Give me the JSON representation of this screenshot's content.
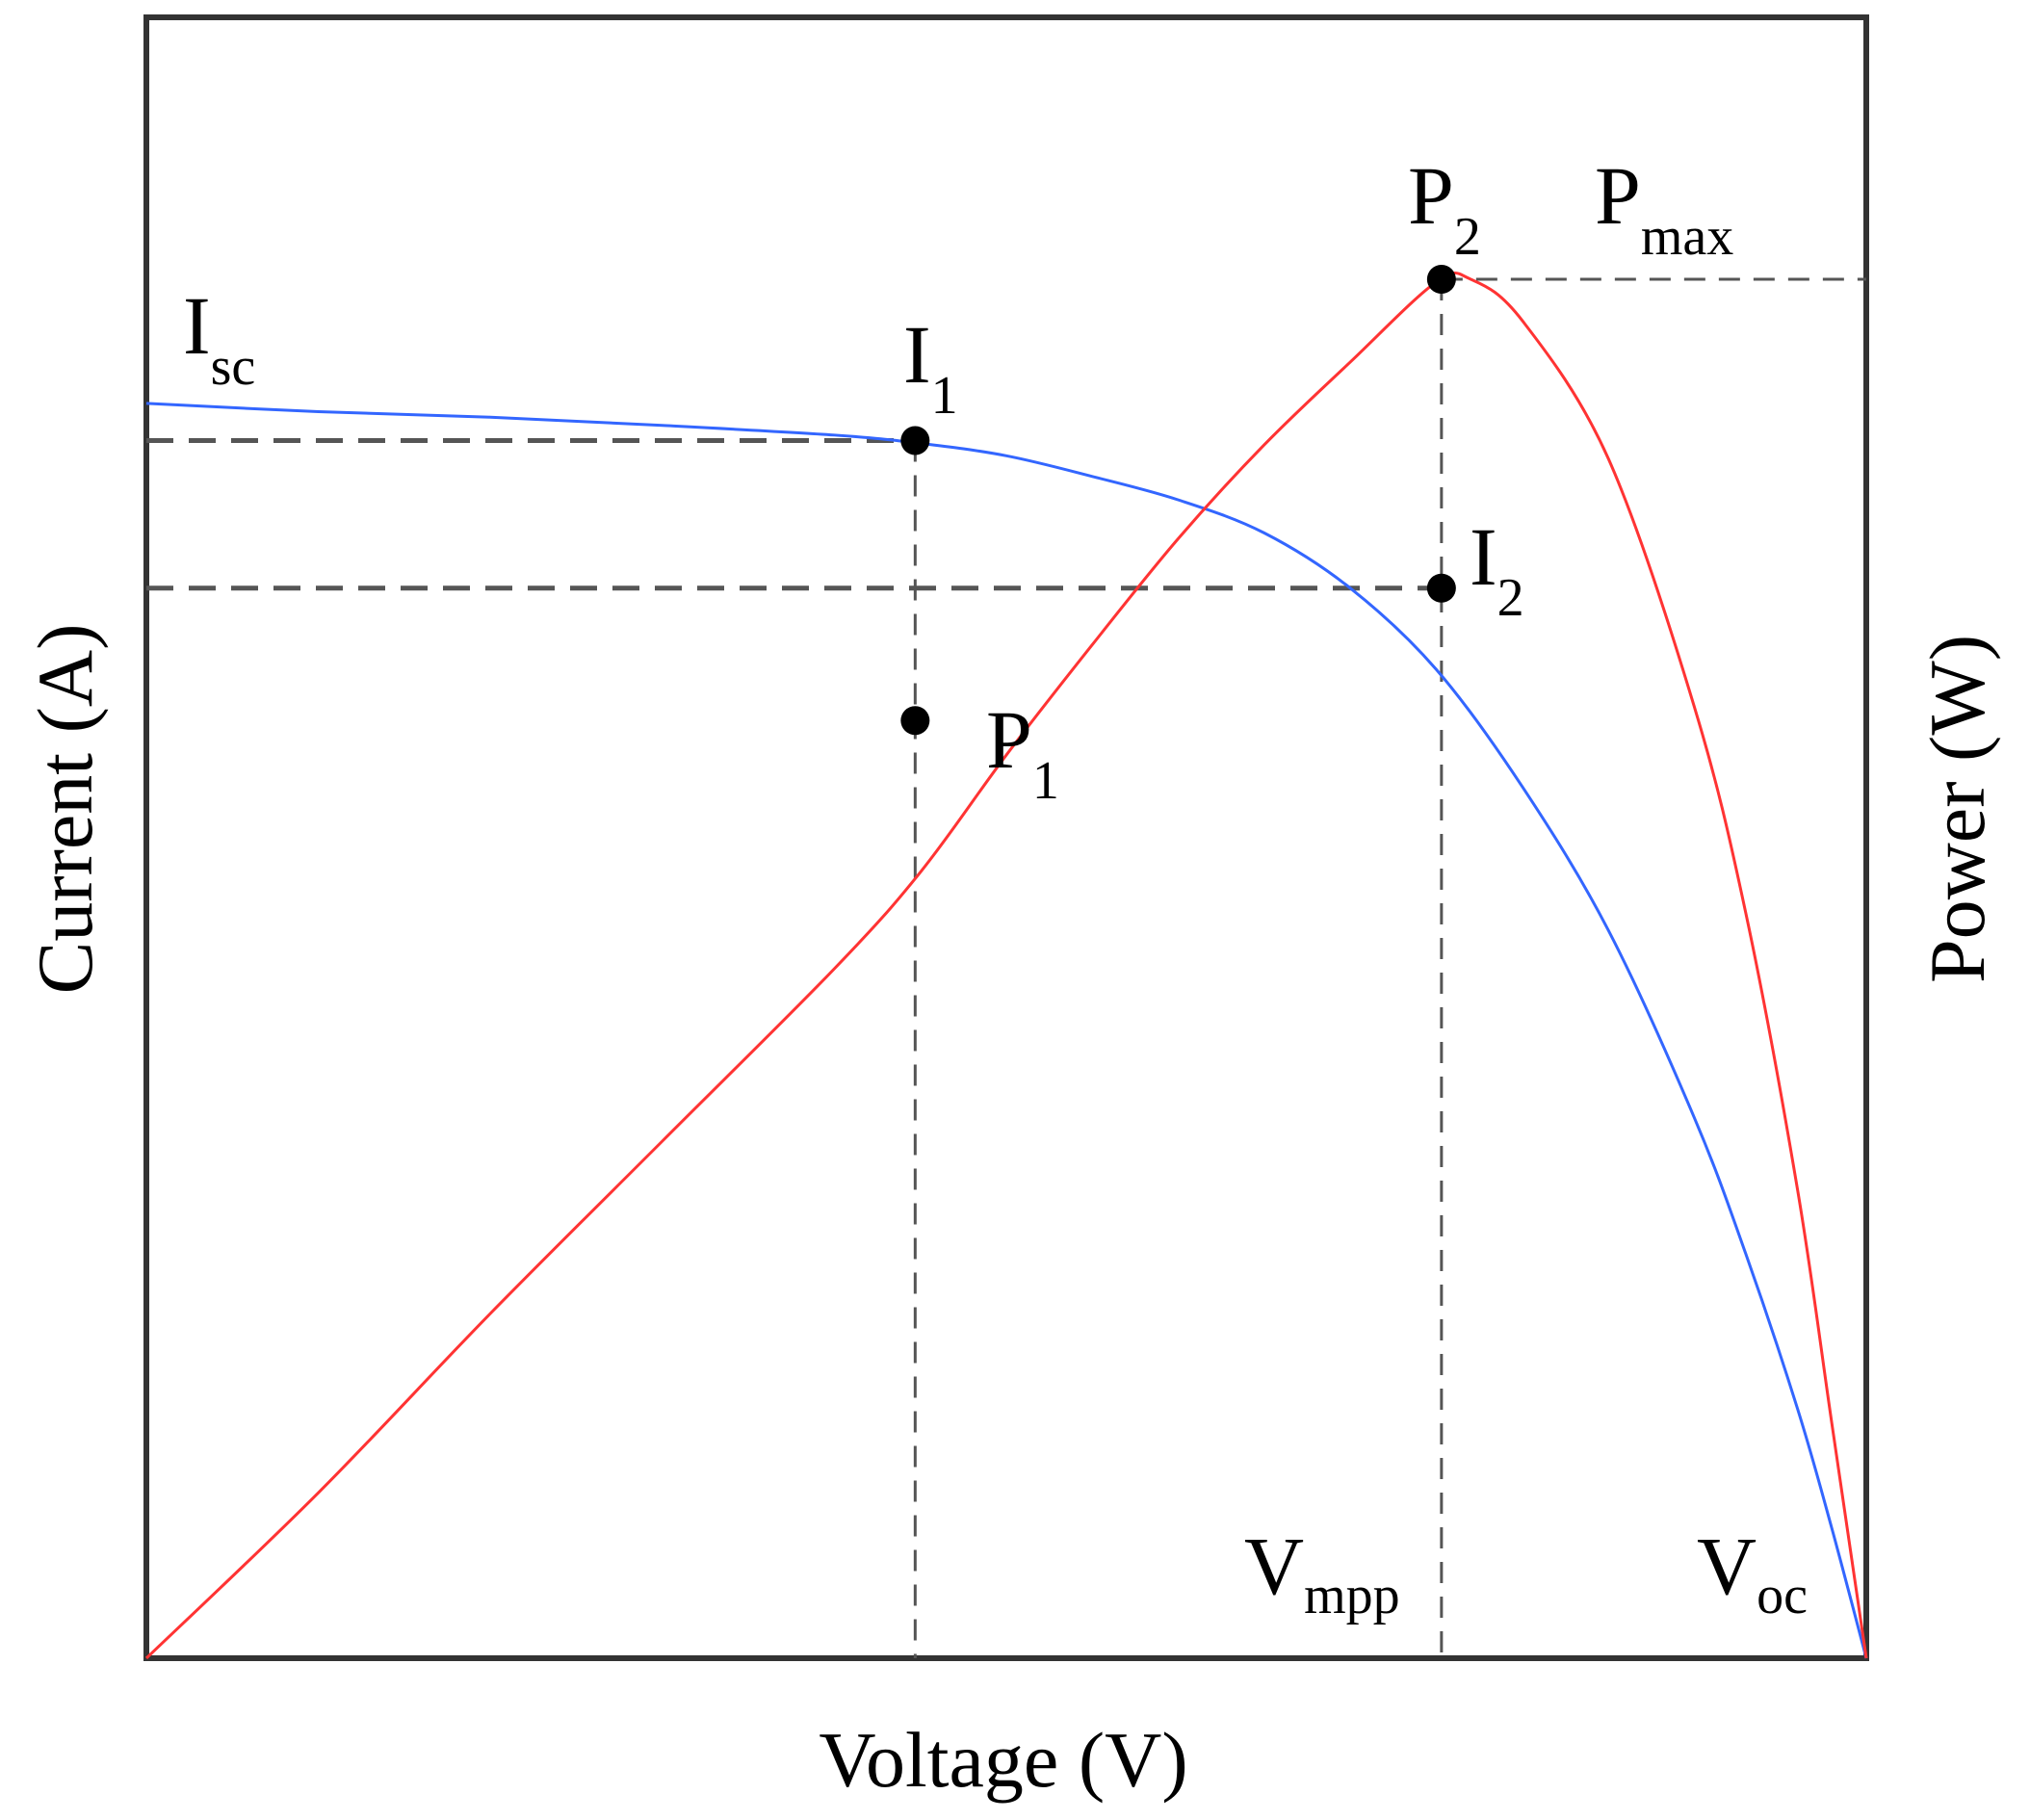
{
  "chart_data": {
    "type": "line",
    "xlabel": "Voltage (V)",
    "ylabel_left": "Current (A)",
    "ylabel_right": "Power (W)",
    "grid": false,
    "xlim": [
      0,
      1
    ],
    "ylim": [
      0,
      1
    ],
    "series": [
      {
        "color": "#3366ff",
        "x": [
          0.0,
          0.1,
          0.2,
          0.3,
          0.4,
          0.45,
          0.5,
          0.55,
          0.6,
          0.65,
          0.7,
          0.75,
          0.8,
          0.85,
          0.9,
          0.93,
          0.96,
          0.98,
          1.0
        ],
        "y": [
          0.91,
          0.904,
          0.9,
          0.894,
          0.887,
          0.881,
          0.872,
          0.857,
          0.84,
          0.816,
          0.776,
          0.717,
          0.632,
          0.528,
          0.392,
          0.293,
          0.181,
          0.094,
          0.0
        ]
      },
      {
        "color": "#ff3333",
        "x": [
          0.0,
          0.1,
          0.2,
          0.3,
          0.4,
          0.45,
          0.5,
          0.55,
          0.6,
          0.65,
          0.7,
          0.75,
          0.77,
          0.8,
          0.85,
          0.9,
          0.93,
          0.96,
          0.98,
          1.0
        ],
        "y": [
          0.0,
          0.12,
          0.25,
          0.375,
          0.5,
          0.57,
          0.655,
          0.735,
          0.812,
          0.88,
          0.94,
          0.998,
          1.0,
          0.97,
          0.87,
          0.69,
          0.54,
          0.34,
          0.17,
          0.0
        ]
      }
    ],
    "points": [
      {
        "label": "I",
        "sub": "1",
        "x": 0.447,
        "y": 0.883
      },
      {
        "label": "I",
        "sub": "2",
        "x": 0.753,
        "y": 0.776
      },
      {
        "label": "P",
        "sub": "1",
        "x": 0.447,
        "y": 0.68
      },
      {
        "label": "P",
        "sub": "2",
        "x": 0.753,
        "y": 1.0
      }
    ],
    "annotations": [
      {
        "label": "I",
        "sub": "sc"
      },
      {
        "label": "P",
        "sub": "max"
      },
      {
        "label": "V",
        "sub": "mpp"
      },
      {
        "label": "V",
        "sub": "oc"
      }
    ]
  },
  "colors": {
    "current_curve": "#3366ff",
    "power_curve": "#ff3333",
    "guide_lines": "#555555",
    "frame": "#333333"
  }
}
